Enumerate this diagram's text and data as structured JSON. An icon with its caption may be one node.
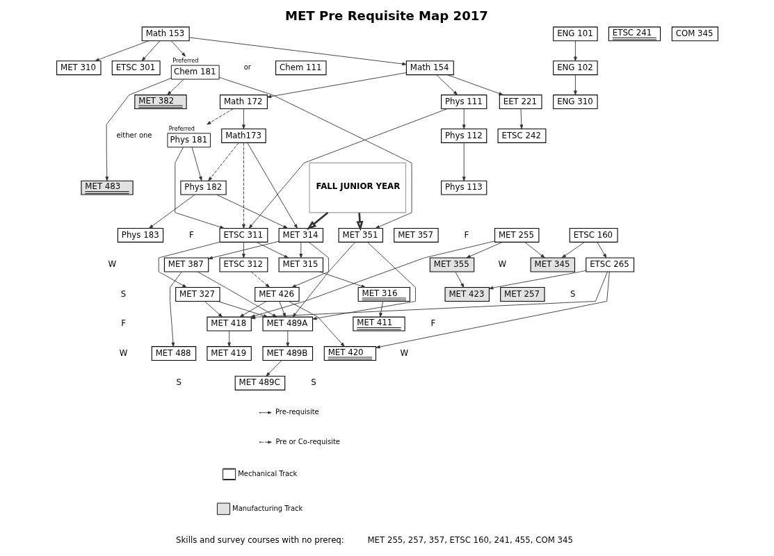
{
  "diagram": {
    "title": "MET Pre Requisite Map 2017",
    "nodes": [
      {
        "text": [
          "Math 153"
        ]
      },
      {
        "text": [
          "MET 310"
        ]
      },
      {
        "text": [
          "Math 154"
        ]
      },
      {
        "text": [
          "Chem 181"
        ],
        "beside": [
          "Preferred"
        ]
      },
      {
        "text": [
          "Chem 111"
        ]
      },
      {
        "text": [
          "ETSC 301"
        ]
      },
      {
        "text": [
          "Math 172"
        ]
      },
      {
        "text": [
          "Phys 111"
        ]
      },
      {
        "text": [
          "Phys 181"
        ],
        "beside": [
          "Preferred"
        ]
      },
      {
        "text": [
          "Math173"
        ]
      },
      {
        "text": [
          "Phys 112"
        ]
      },
      {
        "text": [
          "Phys 182"
        ]
      },
      {
        "text": [
          "Phys 113"
        ]
      },
      {
        "text": [
          "Phys 183"
        ]
      },
      {
        "text": [
          "MET 382"
        ]
      },
      {
        "text": [
          "MET 483"
        ]
      },
      {
        "text": [
          "EET 221"
        ]
      },
      {
        "text": [
          "ETSC 242"
        ]
      },
      {
        "text": [
          "ENG 101"
        ]
      },
      {
        "text": [
          "ENG 102"
        ]
      },
      {
        "text": [
          "ENG 310"
        ]
      },
      {
        "text": [
          "ETSC 241"
        ]
      },
      {
        "text": [
          "COM 345"
        ]
      },
      {
        "text": [
          "ETSC 160"
        ]
      },
      {
        "text": [
          "ETSC 265"
        ]
      },
      {
        "text": [
          "MET 255"
        ]
      },
      {
        "text": [
          "MET 345"
        ]
      },
      {
        "text": [
          "FALL JUNIOR YEAR"
        ]
      },
      {
        "text": [
          "ETSC 311"
        ]
      },
      {
        "text": [
          "MET 314"
        ]
      },
      {
        "text": [
          "MET 351"
        ]
      },
      {
        "text": [
          "MET 357"
        ]
      },
      {
        "text": [
          "MET 387"
        ]
      },
      {
        "text": [
          "ETSC 312"
        ]
      },
      {
        "text": [
          "MET 315"
        ]
      },
      {
        "text": [
          "MET 355"
        ]
      },
      {
        "text": [
          "MET 327"
        ]
      },
      {
        "text": [
          "MET 426"
        ]
      },
      {
        "text": [
          "MET 316"
        ]
      },
      {
        "text": [
          "MET 423"
        ]
      },
      {
        "text": [
          "MET 257"
        ]
      },
      {
        "text": [
          "MET 418"
        ]
      },
      {
        "text": [
          "MET 489A"
        ]
      },
      {
        "text": [
          "MET 411"
        ]
      },
      {
        "text": [
          "MET 488"
        ]
      },
      {
        "text": [
          "MET 419"
        ]
      },
      {
        "text": [
          "MET 489B"
        ]
      },
      {
        "text": [
          "MET 420"
        ]
      },
      {
        "text": [
          "MET 489C"
        ]
      }
    ],
    "edges": [
      {
        "from": 0,
        "to": 1,
        "arrow": "to"
      },
      {
        "from": 0,
        "to": 2,
        "arrow": "to"
      },
      {
        "from": 0,
        "to": 3,
        "arrow": "to"
      },
      {
        "from": 0,
        "to": 5,
        "arrow": "to"
      },
      {
        "from": 2,
        "to": 6,
        "arrow": "to"
      },
      {
        "from": 2,
        "to": 7,
        "arrow": "to"
      },
      {
        "from": 2,
        "to": 16,
        "arrow": "to"
      },
      {
        "from": 6,
        "to": 8,
        "arrow": "to",
        "style": "dashed"
      },
      {
        "from": 6,
        "to": 9,
        "arrow": "to"
      },
      {
        "from": 7,
        "to": 10,
        "arrow": "to"
      },
      {
        "from": 10,
        "to": 12,
        "arrow": "to"
      },
      {
        "from": 8,
        "to": 11,
        "arrow": "to"
      },
      {
        "from": 11,
        "to": 13,
        "arrow": "to"
      },
      {
        "from": 9,
        "to": 11,
        "arrow": "to",
        "style": "dashed"
      },
      {
        "from": 3,
        "to": 14,
        "arrow": "to"
      },
      {
        "from": 3,
        "to": 15,
        "arrow": "to"
      },
      {
        "from": 3,
        "to": 30,
        "arrow": "to"
      },
      {
        "from": 16,
        "to": 17,
        "arrow": "to"
      },
      {
        "from": 18,
        "to": 19,
        "arrow": "to"
      },
      {
        "from": 19,
        "to": 20,
        "arrow": "to"
      },
      {
        "from": 23,
        "to": 24,
        "arrow": "to"
      },
      {
        "from": 23,
        "to": 26,
        "arrow": "to"
      },
      {
        "from": 25,
        "to": 26,
        "arrow": "to"
      },
      {
        "from": 7,
        "to": 28,
        "arrow": "to"
      },
      {
        "from": 8,
        "to": 28,
        "arrow": "to"
      },
      {
        "from": 9,
        "to": 28,
        "arrow": "to",
        "style": "dashed"
      },
      {
        "from": 11,
        "to": 29,
        "arrow": "to"
      },
      {
        "from": 9,
        "to": 29,
        "arrow": "to"
      },
      {
        "from": 27,
        "to": 29,
        "arrow": "to",
        "style": "thick"
      },
      {
        "from": 27,
        "to": 30,
        "arrow": "to",
        "style": "thick"
      },
      {
        "from": 29,
        "to": 32,
        "arrow": "to"
      },
      {
        "from": 29,
        "to": 34,
        "arrow": "to"
      },
      {
        "from": 29,
        "to": 42,
        "arrow": "to"
      },
      {
        "from": 28,
        "to": 33,
        "arrow": "to"
      },
      {
        "from": 28,
        "to": 34,
        "arrow": "to"
      },
      {
        "from": 28,
        "to": 36,
        "arrow": "to"
      },
      {
        "from": 33,
        "to": 37,
        "arrow": "to",
        "style": "dashed"
      },
      {
        "from": 30,
        "to": 37,
        "arrow": "to"
      },
      {
        "from": 30,
        "to": 42,
        "arrow": "to"
      },
      {
        "from": 34,
        "to": 38,
        "arrow": "to"
      },
      {
        "from": 25,
        "to": 35,
        "arrow": "to"
      },
      {
        "from": 25,
        "to": 41,
        "arrow": "to"
      },
      {
        "from": 24,
        "to": 39,
        "arrow": "to"
      },
      {
        "from": 24,
        "to": 41,
        "arrow": "to"
      },
      {
        "from": 24,
        "to": 47,
        "arrow": "to"
      },
      {
        "from": 35,
        "to": 39,
        "arrow": "to"
      },
      {
        "from": 38,
        "to": 43,
        "arrow": "to"
      },
      {
        "from": 32,
        "to": 44,
        "arrow": "to"
      },
      {
        "from": 32,
        "to": 42,
        "arrow": "to"
      },
      {
        "from": 36,
        "to": 41,
        "arrow": "to"
      },
      {
        "from": 36,
        "to": 42,
        "arrow": "to"
      },
      {
        "from": 37,
        "to": 41,
        "arrow": "to"
      },
      {
        "from": 37,
        "to": 42,
        "arrow": "to"
      },
      {
        "from": 37,
        "to": 47,
        "arrow": "to"
      },
      {
        "from": 41,
        "to": 45,
        "arrow": "to"
      },
      {
        "from": 42,
        "to": 46,
        "arrow": "to"
      },
      {
        "from": 46,
        "to": 48,
        "arrow": "to"
      }
    ],
    "labels": [
      "or",
      "either one",
      "F",
      "F",
      "W",
      "W",
      "S",
      "S",
      "F",
      "F",
      "W",
      "W",
      "S",
      "S",
      "Skills and survey courses with no prereq:",
      "MET 255, 257, 357, ETSC 160, 241, 455, COM 345"
    ],
    "legend": [
      {
        "text": "Pre-requisite"
      },
      {
        "text": "Pre or Co-requisite"
      },
      {
        "text": "Mechanical Track"
      },
      {
        "text": "Manufacturing Track",
        "color": "#e2e2e2"
      }
    ]
  }
}
